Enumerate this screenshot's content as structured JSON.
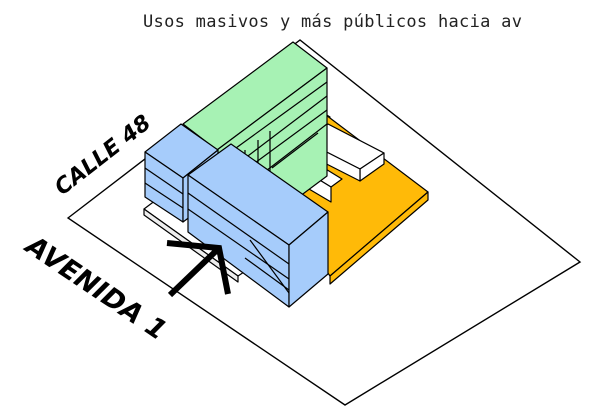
{
  "caption": "Usos masivos y más públicos hacia av",
  "labels": {
    "street_top": "CALLE 48",
    "street_bottom": "AVENIDA 1"
  },
  "colors": {
    "green_block": "#a7f2b4",
    "blue_block": "#a6ccfb",
    "orange_block": "#ffba08",
    "outline": "#000000",
    "site": "#ffffff"
  },
  "icons": {
    "entry_arrow": "arrow-northeast-icon"
  }
}
